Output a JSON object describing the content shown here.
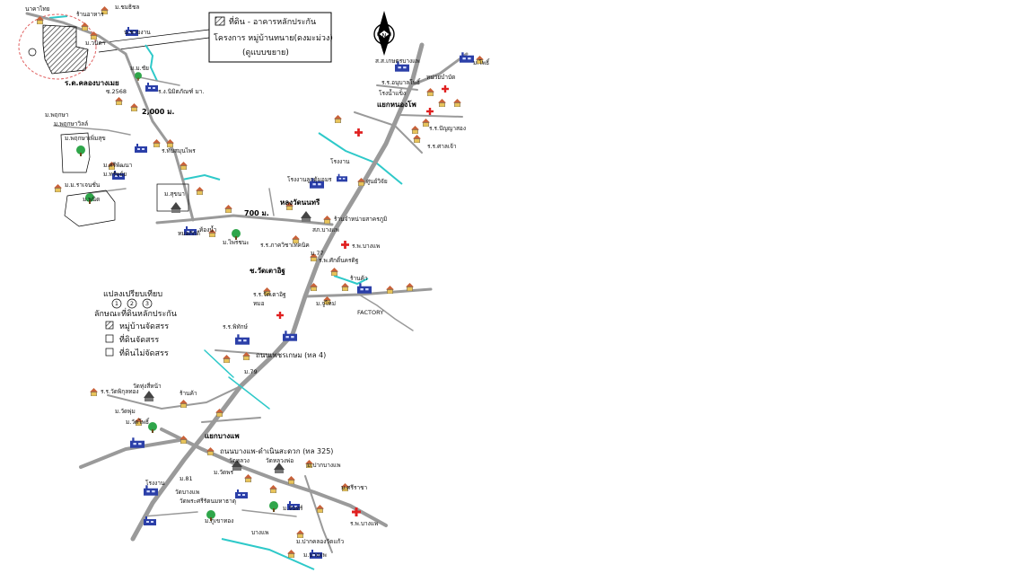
{
  "title_box": {
    "line1": "ที่ดิน - อาคารหลักประกัน",
    "line2": "โครงการ หมู่บ้านทนาย(ดงมะม่วง)",
    "line3": "(ดูแบบขยาย)"
  },
  "north_arrow": {
    "label": "N"
  },
  "legend": {
    "heading": "แปลงเปรียบเทียบ",
    "markers": [
      "1",
      "2",
      "3"
    ],
    "subheading": "ลักษณะที่ดินหลักประกัน",
    "items": [
      "หมู่บ้านจัดสรร",
      "ที่ดินจัดสรร",
      "ที่ดินไม่จัดสรร"
    ]
  },
  "places": [
    "นาคาไทย",
    "ร้านอาหาร",
    "ม.ชมธิชล",
    "น.ชายงาน",
    "ม.วนิดา",
    "ม.ม.ชัย",
    "ร.ต.คลองบางเมย",
    "ซ.2568",
    "ร.ง.นิมิตภัณฑ์ มา.",
    "2,000 ม.",
    "ม.พฤกษา",
    "ม.พฤกษาเพิ่มสุข",
    "ม.ศรีพัฒนา",
    "ม.พฤกษาวิลล์",
    "ร.ทับสมุนไพร",
    "ม.ทรัพย์ย",
    "ม.ม.ราเจนชั่น",
    "ม.พนิด",
    "ม.สุขนา",
    "700 ม.",
    "หมอภักดี",
    "ม.ไพรชนะ",
    "ห้องน้ำ",
    "หลงวัดนนทรี",
    "ร.ร.ภาควิชาเทคนิค",
    "โรงงาน",
    "โรงงานลูกตุ้มอมร",
    "ร้านจำหน่ายสาครภูมิ",
    "สภ.บางแพ",
    "ร.พ.บางแพ",
    "ม.77",
    "ร.พ.ศักดิ์นครดิฐ",
    "ช.วัดเตาอิฐ",
    "ม.จูไหม่",
    "ร้านค้า",
    "FACTORY",
    "ร.ร.วัดเตาอิฐ",
    "หมอ",
    "แยกหนองโพ",
    "โรงน้ำแข็ง",
    "ส.ส.เกษตรบางแพ",
    "ร.ร.อนุบาลโพธิ์",
    "ม.โพธิ์",
    "หน่วยบำบัด",
    "ร.ร.ปัญญาสอง",
    "ร.ร.ศาลเจ้า",
    "ศูนย์วิจัย",
    "ร.ร.พิทักษ์",
    "ม.79",
    "วัดทุ่งสี่หน้า",
    "ร้านค้า",
    "ร.ร.วัดพิกุลทอง",
    "ม.วัดพุ่ม",
    "ม.วัดโพธิ์",
    "แยกบางแพ",
    "ม.81",
    "โรงงาน",
    "ม.วัดพร",
    "วัดบางแพ",
    "วัดหลวง",
    "วัดหลวงพ่อ",
    "ม.ปากบางแพ",
    "ม.จันทร์",
    "ม.ศรีราชา",
    "วัดพระศรีรัตนมหาธาตุ",
    "ม.ภูเขาทอง",
    "บางแพ",
    "ร.พ.บางแพ",
    "ม.ปากคลองวัดแก้ว",
    "ม.บางแพ"
  ],
  "roads": {
    "main_highway": "ถนนเพชรเกษม (ทล 4)",
    "secondary_road": "ถนนบางแพ-ดำเนินสะดวก (ทล 325)"
  },
  "distances": [
    "2,000 ม.",
    "700 ม."
  ],
  "colors": {
    "road": "#9a9a9a",
    "canal": "#2ec9c9",
    "highlight_circle": "#e06060",
    "house_roof": "#c9623a",
    "house_wall": "#e8c35a",
    "factory": "#2b3fa8",
    "tree": "#2fa64a",
    "hospital": "#e02020"
  },
  "icons": [
    "north-arrow-icon",
    "house-icon",
    "factory-icon",
    "tree-icon",
    "temple-icon",
    "hospital-icon",
    "hatched-plot-icon"
  ]
}
